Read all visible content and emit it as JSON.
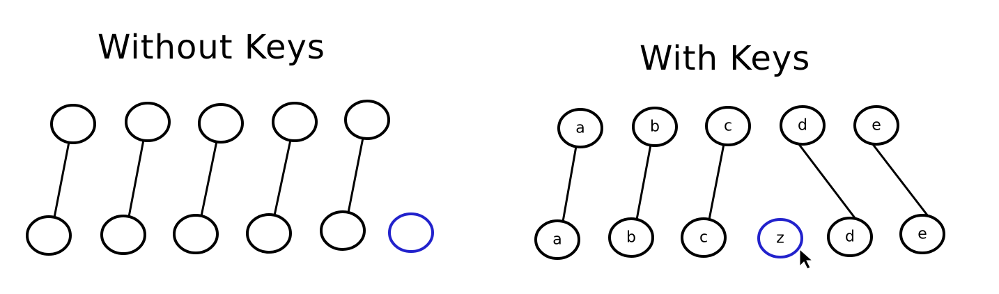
{
  "left_diagram": {
    "title": "Without Keys",
    "top_nodes": [
      "",
      "",
      "",
      "",
      ""
    ],
    "bottom_nodes": [
      "",
      "",
      "",
      "",
      "",
      ""
    ],
    "new_node_index": 5,
    "links": [
      [
        0,
        0
      ],
      [
        1,
        1
      ],
      [
        2,
        2
      ],
      [
        3,
        3
      ],
      [
        4,
        4
      ]
    ]
  },
  "right_diagram": {
    "title": "With Keys",
    "top_nodes": [
      "a",
      "b",
      "c",
      "d",
      "e"
    ],
    "bottom_nodes": [
      "a",
      "b",
      "c",
      "z",
      "d",
      "e"
    ],
    "new_node_index": 3,
    "links": [
      [
        0,
        0
      ],
      [
        1,
        1
      ],
      [
        2,
        2
      ],
      [
        3,
        4
      ],
      [
        4,
        5
      ]
    ]
  },
  "colors": {
    "stroke": "#000000",
    "new_node": "#2222cc"
  },
  "icons": {
    "cursor": "mouse-pointer-icon"
  }
}
